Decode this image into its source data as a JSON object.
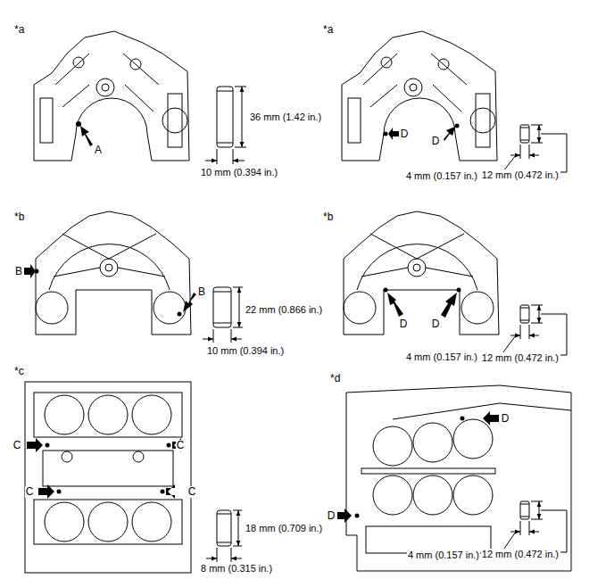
{
  "diagram": {
    "labels": [
      "*a",
      "A",
      "36 mm (1.42 in.)",
      "10 mm (0.394 in.)",
      "*a",
      "D",
      "D",
      "4 mm (0.157 in.)",
      "12 mm (0.472 in.)",
      "*b",
      "B",
      "B",
      "22 mm (0.866 in.)",
      "10 mm (0.394 in.)",
      "*b",
      "D",
      "D",
      "4 mm (0.157 in.)",
      "12 mm (0.472 in.)",
      "*c",
      "C",
      "C",
      "C",
      "C",
      "18 mm (0.709 in.)",
      "8 mm (0.315 in.)",
      "*d",
      "D",
      "D",
      "4 mm (0.157 in.)",
      "12 mm (0.472 in.)"
    ]
  }
}
